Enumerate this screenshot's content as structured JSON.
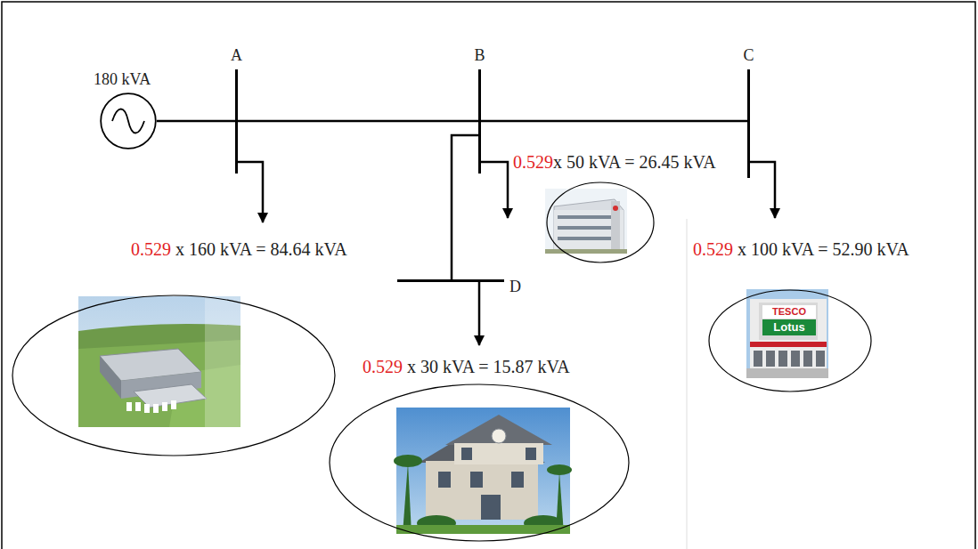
{
  "diagram": {
    "nodes": [
      {
        "text": [
          "180 kVA"
        ]
      },
      {
        "text": [
          "A"
        ]
      },
      {
        "text": [
          "B"
        ]
      },
      {
        "text": [
          "C"
        ]
      },
      {
        "text": [
          "D"
        ]
      }
    ],
    "edges": [
      {
        "from": 0,
        "to": 1,
        "arrow": "none"
      },
      {
        "from": 1,
        "to": 2,
        "arrow": "none"
      },
      {
        "from": 2,
        "to": 3,
        "arrow": "none"
      },
      {
        "from": 2,
        "to": 4,
        "arrow": "none"
      }
    ],
    "labels": [
      "0.529",
      "x 50 kVA = 26.45 kVA",
      "0.529",
      "x 160 kVA = 84.64 kVA",
      "0.529",
      "x 100 kVA = 52.90 kVA",
      "0.529",
      "x 30 kVA = 15.87 kVA",
      "TESCO",
      "Lotus"
    ]
  }
}
